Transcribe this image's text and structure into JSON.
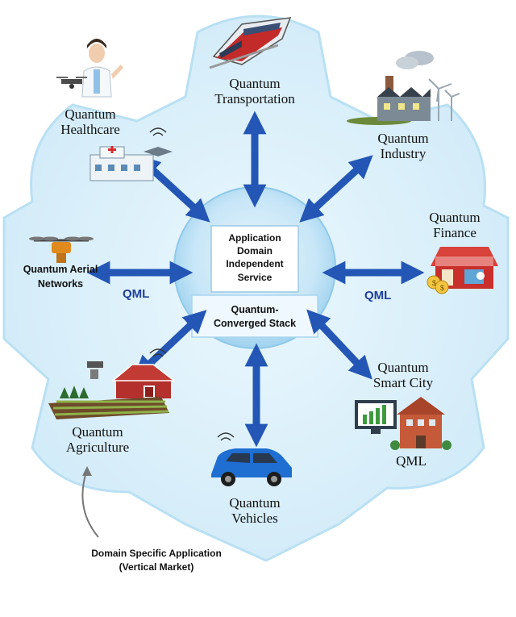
{
  "center": {
    "box_lines": [
      "Application",
      "Domain",
      "Independent",
      "Service"
    ],
    "stack_lines": [
      "Quantum-",
      "Converged Stack"
    ]
  },
  "domains": {
    "transportation": [
      "Quantum",
      "Transportation"
    ],
    "healthcare": [
      "Quantum",
      "Healthcare"
    ],
    "industry": [
      "Quantum",
      "Industry"
    ],
    "finance": [
      "Quantum",
      "Finance"
    ],
    "aerial": [
      "Quantum Aerial",
      "Networks"
    ],
    "smart_city": [
      "Quantum",
      "Smart City"
    ],
    "agriculture": [
      "Quantum",
      "Agriculture"
    ],
    "vehicles": [
      "Quantum",
      "Vehicles"
    ]
  },
  "qml_labels": [
    "QML",
    "QML",
    "QML"
  ],
  "caption": [
    "Domain Specific Application",
    "(Vertical Market)"
  ],
  "icons": [
    "train-icon",
    "doctor-icon",
    "drone-icon",
    "hospital-icon",
    "factory-icon",
    "wind-turbine-icon",
    "shop-icon",
    "coins-icon",
    "quadcopter-icon",
    "farm-barn-icon",
    "field-icon",
    "car-icon",
    "school-building-icon",
    "monitor-chart-icon"
  ],
  "colors": {
    "arrow": "#2356b5",
    "pink_bar": "#f4b6c0",
    "gear_fill": "#d9eff9",
    "core": "#c5e4f6"
  }
}
